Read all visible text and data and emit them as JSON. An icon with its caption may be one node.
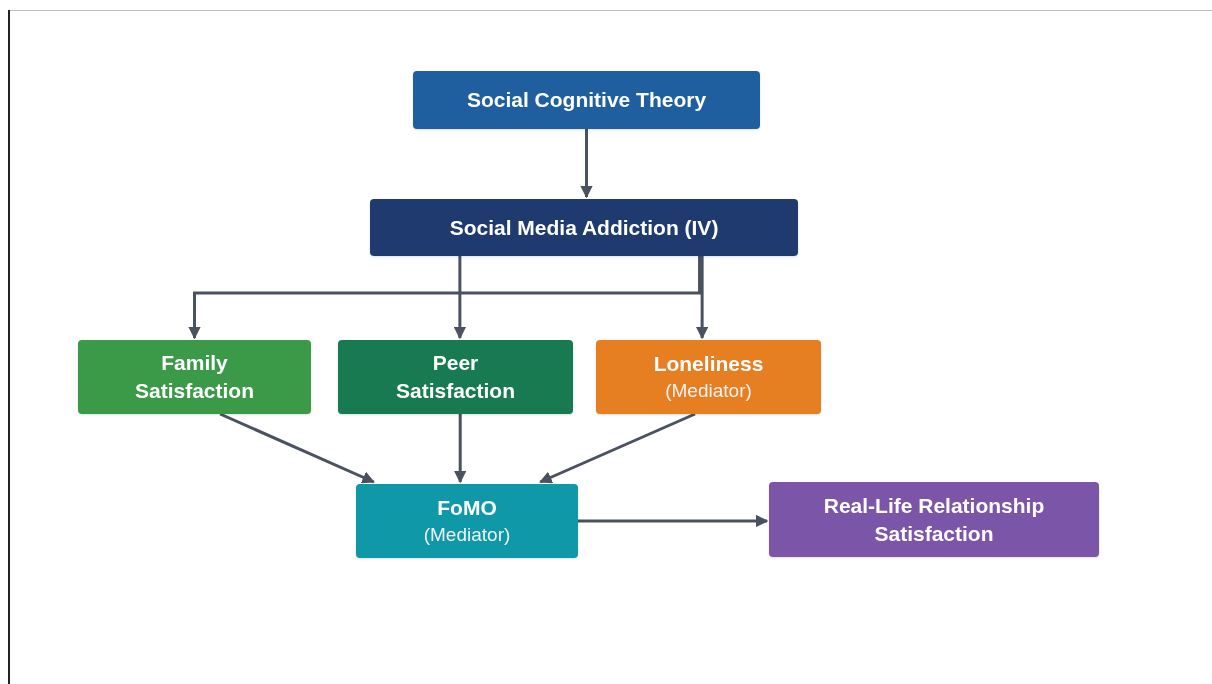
{
  "diagram": {
    "nodes": [
      {
        "text": [
          "Social Cognitive Theory"
        ]
      },
      {
        "text": [
          "Social Media Addiction (IV)"
        ]
      },
      {
        "text": [
          "Family Satisfaction"
        ]
      },
      {
        "text": [
          "Peer Satisfaction"
        ]
      },
      {
        "text": [
          "Loneliness",
          "(Mediator)"
        ]
      },
      {
        "text": [
          "FoMO",
          "(Mediator)"
        ]
      },
      {
        "text": [
          "Real-Life Relationship Satisfaction"
        ]
      }
    ],
    "edges": [
      {
        "from": 0,
        "to": 1,
        "arrow": "to"
      },
      {
        "from": 1,
        "to": 2,
        "arrow": "to"
      },
      {
        "from": 1,
        "to": 3,
        "arrow": "to"
      },
      {
        "from": 1,
        "to": 4,
        "arrow": "to"
      },
      {
        "from": 2,
        "to": 5,
        "arrow": "to"
      },
      {
        "from": 3,
        "to": 5,
        "arrow": "to"
      },
      {
        "from": 4,
        "to": 5,
        "arrow": "to"
      },
      {
        "from": 5,
        "to": 6,
        "arrow": "to"
      }
    ]
  }
}
